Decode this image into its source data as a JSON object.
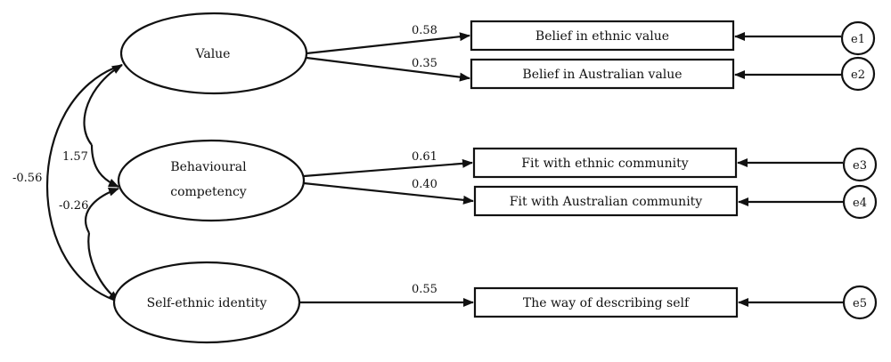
{
  "latent": {
    "value": {
      "lines": [
        "Value"
      ]
    },
    "behavioural": {
      "lines": [
        "Behavioural",
        "competency"
      ]
    },
    "selfethnic": {
      "lines": [
        "Self-ethnic identity"
      ]
    }
  },
  "indicators": [
    {
      "label": "Belief in ethnic value",
      "coef": "0.58",
      "error": "e1"
    },
    {
      "label": "Belief in Australian value",
      "coef": "0.35",
      "error": "e2"
    },
    {
      "label": "Fit with ethnic community",
      "coef": "0.61",
      "error": "e3"
    },
    {
      "label": "Fit with Australian community",
      "coef": "0.40",
      "error": "e4"
    },
    {
      "label": "The way of describing self",
      "coef": "0.55",
      "error": "e5"
    }
  ],
  "covariances": {
    "value_behavioural": "1.57",
    "behavioural_selfethnic": "-0.26",
    "value_selfethnic": "-0.56"
  }
}
